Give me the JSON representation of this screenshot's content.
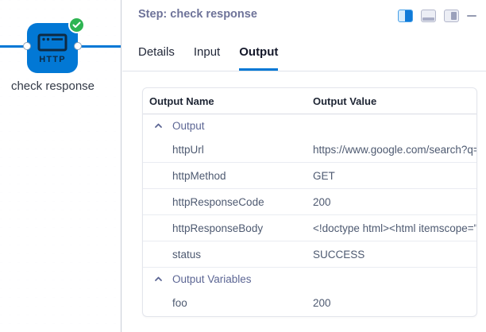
{
  "canvas": {
    "node": {
      "label": "check response",
      "type_label": "HTTP",
      "status_icon": "check-circle-success",
      "icon": "browser-window-http-icon"
    }
  },
  "panel": {
    "title": "Step: check response",
    "toolbar": {
      "icons": [
        "layout-split-right",
        "layout-bottom",
        "layout-right",
        "minimize"
      ],
      "active_icon": "layout-split-right"
    },
    "tabs": [
      {
        "label": "Details",
        "active": false
      },
      {
        "label": "Input",
        "active": false
      },
      {
        "label": "Output",
        "active": true
      }
    ],
    "table": {
      "columns": [
        "Output Name",
        "Output Value"
      ],
      "group_collapse_icon": "chevron-up",
      "rows": [
        {
          "type": "group",
          "name": "Output"
        },
        {
          "type": "data",
          "name": "httpUrl",
          "value": "https://www.google.com/search?q="
        },
        {
          "type": "data",
          "name": "httpMethod",
          "value": "GET"
        },
        {
          "type": "data",
          "name": "httpResponseCode",
          "value": "200"
        },
        {
          "type": "data",
          "name": "httpResponseBody",
          "value": "<!doctype html><html itemscope=\""
        },
        {
          "type": "data",
          "name": "status",
          "value": "SUCCESS"
        },
        {
          "type": "group",
          "name": "Output Variables"
        },
        {
          "type": "data",
          "name": "foo",
          "value": "200"
        }
      ]
    }
  },
  "colors": {
    "accent_blue": "#0278d5",
    "node_blue": "#0278d5",
    "success_green": "#2eb452",
    "active_tab_underline": "#0278d5",
    "group_text": "#5c6694",
    "row_text": "#4e5a71"
  }
}
